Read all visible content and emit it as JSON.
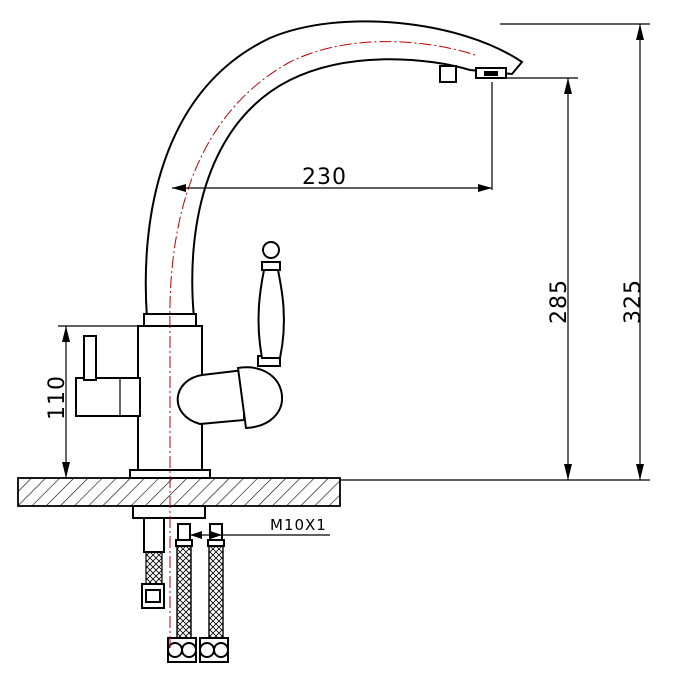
{
  "dimensions": {
    "spout_reach": "230",
    "spout_outlet_height": "285",
    "total_height": "325",
    "lever_height": "110",
    "thread_size": "M10X1"
  },
  "colors": {
    "lines": "#000000",
    "axis": "#c00000",
    "background": "#ffffff"
  }
}
